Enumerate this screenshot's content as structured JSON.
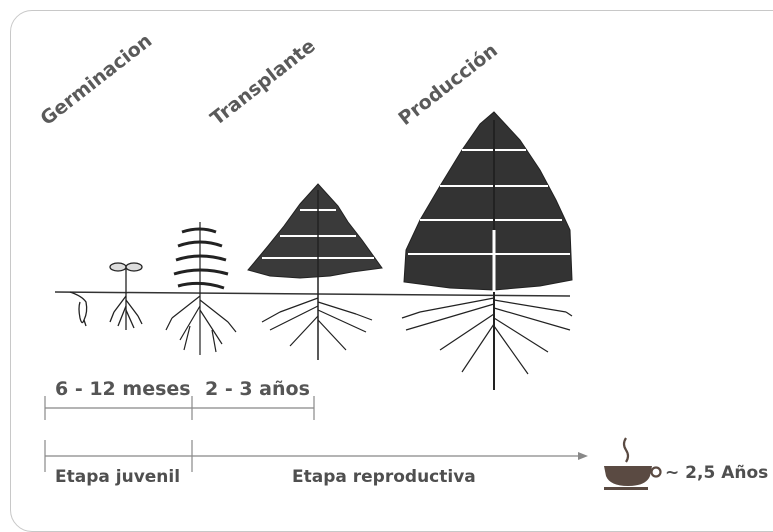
{
  "stages": {
    "germination": "Germinacion",
    "transplant": "Transplante",
    "production": "Producción"
  },
  "durations": {
    "juvenile": "6 - 12 meses",
    "transplant": "2 - 3 años"
  },
  "phases": {
    "juvenile": "Etapa juvenil",
    "reproductive": "Etapa reproductiva"
  },
  "result": {
    "label": "~ 2,5 Años",
    "icon": "coffee-cup-icon"
  },
  "colors": {
    "text": "#555555",
    "cup": "#5a4a42",
    "lines": "#777777"
  }
}
